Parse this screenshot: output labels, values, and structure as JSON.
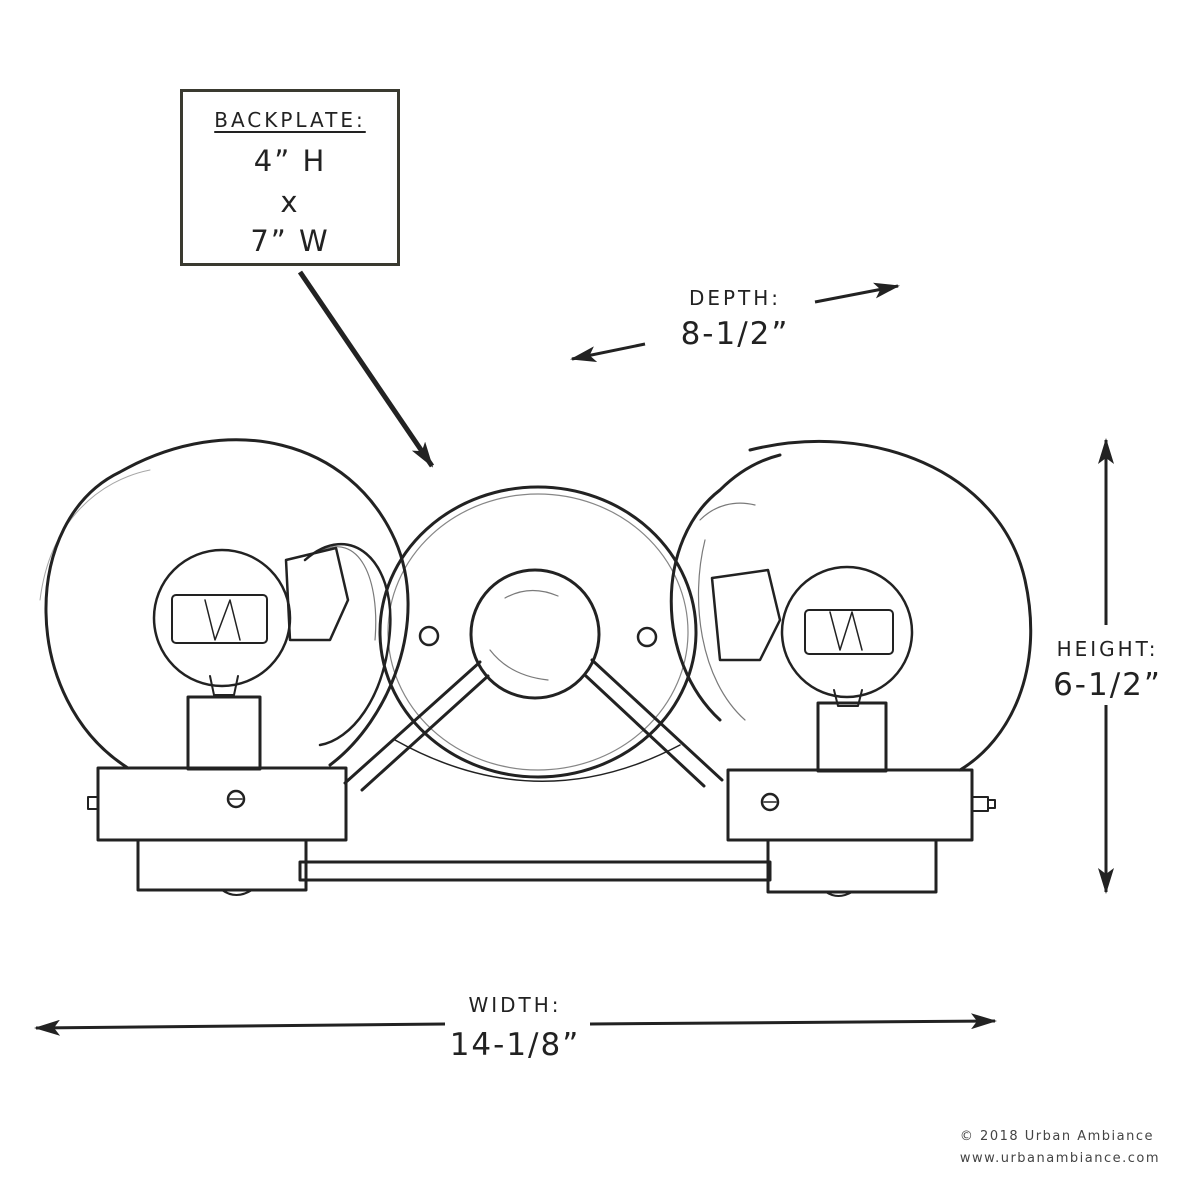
{
  "backplate": {
    "title": "BACKPLATE:",
    "height": "4” H",
    "times": "x",
    "width": "7” W"
  },
  "depth": {
    "label": "DEPTH:",
    "value": "8-1/2”"
  },
  "height": {
    "label": "HEIGHT:",
    "value": "6-1/2”"
  },
  "width": {
    "label": "WIDTH:",
    "value": "14-1/8”"
  },
  "footer": {
    "copyright": "© 2018 Urban Ambiance",
    "website": "www.urbanambiance.com"
  },
  "colors": {
    "ink": "#222222",
    "box_border": "#3a3a30",
    "background": "#ffffff"
  }
}
